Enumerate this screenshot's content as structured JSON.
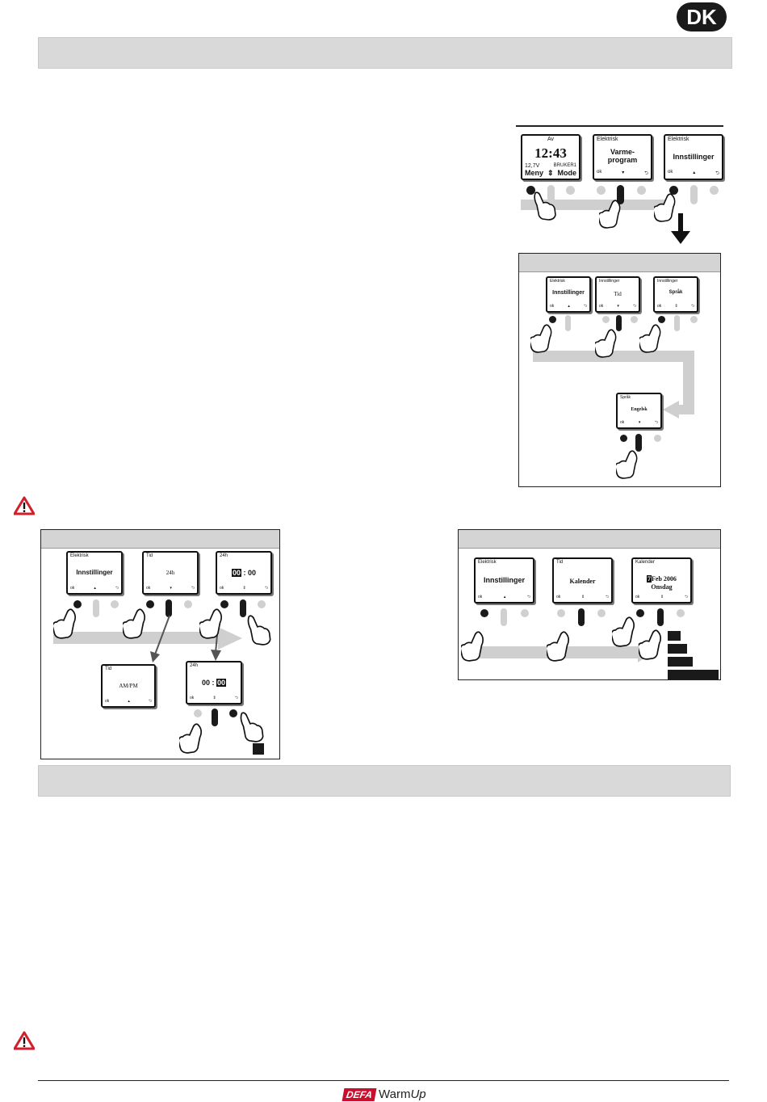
{
  "badge": "DK",
  "top_screens": [
    {
      "header": "Av",
      "time": "12:43",
      "voltage": "12,7V",
      "user": "BRUKER1",
      "left_soft": "Meny",
      "mid_soft": "⇕",
      "right_soft": "Mode"
    },
    {
      "header": "Elektrisk",
      "line1": "Varme-",
      "line2": "program",
      "ok": "ok",
      "mid": "▾",
      "back": "⮌"
    },
    {
      "header": "Elektrisk",
      "title": "Innstillinger",
      "ok": "ok",
      "mid": "▴",
      "back": "⮌"
    }
  ],
  "lang_screens": [
    {
      "header": "Elektrisk",
      "title": "Innstillinger",
      "ok": "ok",
      "mid": "▴",
      "back": "⮌"
    },
    {
      "header": "Innstillinger",
      "title": "Tid",
      "ok": "ok",
      "mid": "▾",
      "back": "⮌"
    },
    {
      "header": "Innstillinger",
      "title": "Språk",
      "ok": "ok",
      "mid": "⇕",
      "back": "⮌"
    },
    {
      "header": "Språk",
      "title": "Engelsk",
      "ok": "ok",
      "mid": "▾",
      "back": "⮌"
    }
  ],
  "time_screens": [
    {
      "header": "Elektrisk",
      "title": "Innstillinger",
      "ok": "ok",
      "mid": "▴",
      "back": "⮌"
    },
    {
      "header": "Tid",
      "title": "24h",
      "ok": "ok",
      "mid": "▾",
      "back": "⮌"
    },
    {
      "header": "24h",
      "hh": "00",
      "sep": ":",
      "mm": "00",
      "ok": "ok",
      "mid": "⇕",
      "back": "⮌"
    },
    {
      "header": "Tid",
      "title": "AM/PM",
      "ok": "ok",
      "mid": "▴",
      "back": "⮌"
    },
    {
      "header": "24h",
      "hh": "00",
      "sep": ":",
      "mm": "00",
      "ok": "ok",
      "mid": "⇕",
      "back": "⮌"
    }
  ],
  "cal_screens": [
    {
      "header": "Elektrisk",
      "title": "Innstillinger",
      "ok": "ok",
      "mid": "▴",
      "back": "⮌"
    },
    {
      "header": "Tid",
      "title": "Kalender",
      "ok": "ok",
      "mid": "⇕",
      "back": "⮌"
    },
    {
      "header": "Kalender",
      "day": "7",
      "date": "Feb 2006",
      "weekday": "Onsdag",
      "ok": "ok",
      "mid": "⇕",
      "back": "⮌"
    }
  ],
  "footer": {
    "brand": "DEFA",
    "product_a": "Warm",
    "product_b": "Up"
  },
  "colors": {
    "band": "#d9d9d9",
    "flow": "#cfcfcf",
    "warning": "#d21f2b",
    "brand": "#c8102e"
  }
}
